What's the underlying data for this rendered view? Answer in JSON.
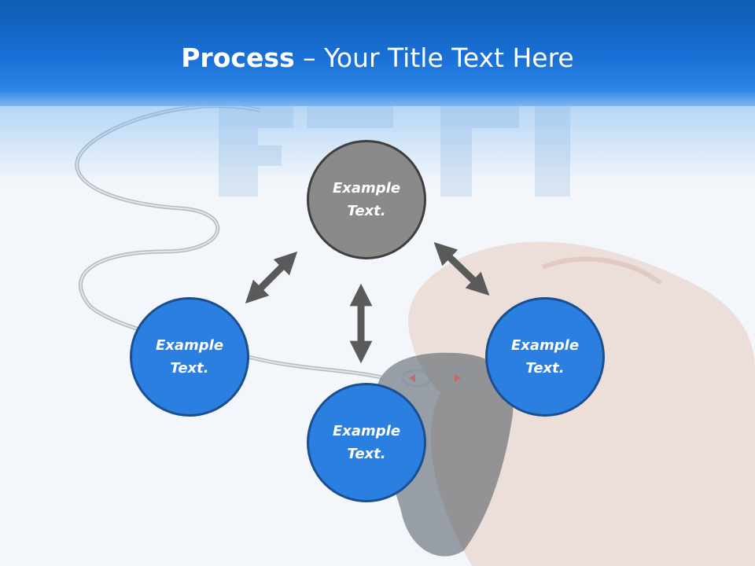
{
  "slide": {
    "title_bold": "Process",
    "title_rest": " – Your Title Text Here"
  },
  "nodes": [
    {
      "line1": "Example",
      "line2": "Text.",
      "color": "#8a8a8a"
    },
    {
      "line1": "Example",
      "line2": "Text.",
      "color": "#2a7fe0"
    },
    {
      "line1": "Example",
      "line2": "Text.",
      "color": "#2a7fe0"
    },
    {
      "line1": "Example",
      "line2": "Text.",
      "color": "#2a7fe0"
    }
  ],
  "colors": {
    "header": "#1a70d6",
    "node_blue": "#2a7fe0",
    "node_blue_border": "#1b4f8f",
    "node_gray": "#8a8a8a",
    "node_gray_border": "#3f3f3f",
    "arrow": "#5a5a5a"
  }
}
